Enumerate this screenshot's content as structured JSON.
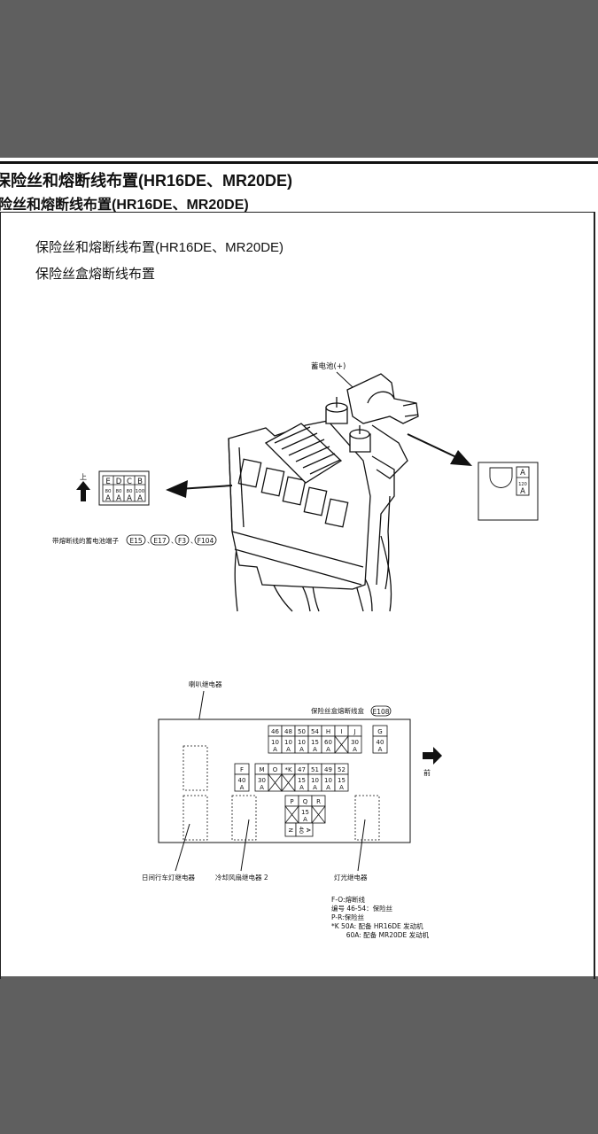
{
  "heading_main": "保险丝和熔断线布置(HR16DE、MR20DE)",
  "heading_sub": "险丝和熔断线布置(HR16DE、MR20DE)",
  "title": "保险丝和熔断线布置(HR16DE、MR20DE)",
  "subtitle": "保险丝盒熔断线布置",
  "battery_label": "蓄电池(+)",
  "up_label": "上",
  "battery_terminal": {
    "cells": [
      {
        "id": "E",
        "rating": "80",
        "unit": "A"
      },
      {
        "id": "D",
        "rating": "80",
        "unit": "A"
      },
      {
        "id": "C",
        "rating": "80",
        "unit": "A"
      },
      {
        "id": "B",
        "rating": "100",
        "unit": "A"
      }
    ],
    "caption_prefix": "带熔断线的蓄电池端子",
    "connectors": [
      "E15",
      "E17",
      "F3",
      "F104"
    ]
  },
  "detail_box": {
    "top": "A",
    "rating": "120",
    "unit": "A"
  },
  "horn_relay": "喇叭继电器",
  "fuse_box_label": "保险丝盒熔断线盒",
  "fuse_box_connector": "E108",
  "front_label": "前",
  "fuses_row1": [
    {
      "id": "46",
      "rating": "10",
      "unit": "A"
    },
    {
      "id": "48",
      "rating": "10",
      "unit": "A"
    },
    {
      "id": "50",
      "rating": "10",
      "unit": "A"
    },
    {
      "id": "54",
      "rating": "15",
      "unit": "A"
    },
    {
      "id": "H",
      "rating": "60",
      "unit": "A"
    },
    {
      "id": "I",
      "rating": "",
      "unit": ""
    },
    {
      "id": "J",
      "rating": "30",
      "unit": "A"
    }
  ],
  "fuse_G": {
    "id": "G",
    "rating": "40",
    "unit": "A"
  },
  "fuse_F": {
    "id": "F",
    "rating": "40",
    "unit": "A"
  },
  "fuses_row2": [
    {
      "id": "M",
      "rating": "30",
      "unit": "A"
    },
    {
      "id": "O",
      "rating": "",
      "unit": ""
    },
    {
      "id": "*K",
      "rating": "",
      "unit": ""
    },
    {
      "id": "47",
      "rating": "15",
      "unit": "A"
    },
    {
      "id": "51",
      "rating": "10",
      "unit": "A"
    },
    {
      "id": "49",
      "rating": "10",
      "unit": "A"
    },
    {
      "id": "52",
      "rating": "15",
      "unit": "A"
    }
  ],
  "fuses_row3": [
    {
      "id": "P",
      "rating": "",
      "unit": ""
    },
    {
      "id": "Q",
      "rating": "15",
      "unit": "A"
    },
    {
      "id": "R",
      "rating": "",
      "unit": ""
    }
  ],
  "fuse_N": {
    "id": "N",
    "rating": "40",
    "unit": "A"
  },
  "relays": {
    "drl": "日间行车灯继电器",
    "fan2": "冷却风扇继电器 2",
    "light": "灯光继电器"
  },
  "legend": [
    "F-O:熔断线",
    "编号 46-54：保险丝",
    "P-R:保险丝",
    "*K  50A: 配备 HR16DE 发动机",
    "       60A: 配备 MR20DE 发动机"
  ]
}
